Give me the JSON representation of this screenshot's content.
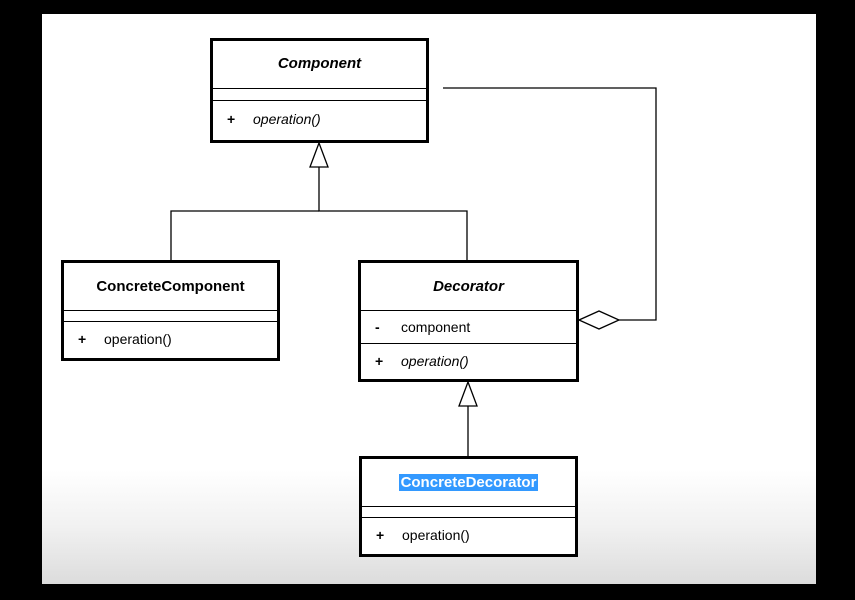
{
  "classes": {
    "component": {
      "name": "Component",
      "operations": [
        {
          "visibility": "+",
          "signature": "operation()"
        }
      ]
    },
    "concrete_component": {
      "name": "ConcreteComponent",
      "operations": [
        {
          "visibility": "+",
          "signature": "operation()"
        }
      ]
    },
    "decorator": {
      "name": "Decorator",
      "attributes": [
        {
          "visibility": "-",
          "name": "component"
        }
      ],
      "operations": [
        {
          "visibility": "+",
          "signature": "operation()"
        }
      ]
    },
    "concrete_decorator": {
      "name": "ConcreteDecorator",
      "operations": [
        {
          "visibility": "+",
          "signature": "operation()"
        }
      ]
    }
  },
  "relationships": [
    {
      "type": "generalization",
      "from": "ConcreteComponent",
      "to": "Component"
    },
    {
      "type": "generalization",
      "from": "Decorator",
      "to": "Component"
    },
    {
      "type": "aggregation",
      "from": "Decorator",
      "to": "Component"
    },
    {
      "type": "generalization",
      "from": "ConcreteDecorator",
      "to": "Decorator"
    }
  ],
  "colors": {
    "line": "#000000",
    "selection_highlight": "#3399ff",
    "background": "#ffffff",
    "frame": "#000000"
  }
}
